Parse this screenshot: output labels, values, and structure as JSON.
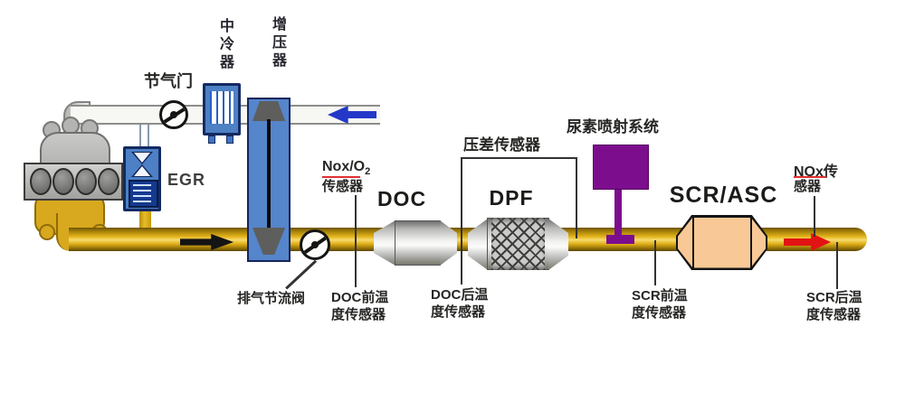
{
  "engine_intake": {
    "throttle": "节气门",
    "intercooler": "中冷器",
    "turbocharger": "增压器",
    "egr": "EGR"
  },
  "aftertreatment": {
    "exhaust_throttle": "排气节流阀",
    "doc": "DOC",
    "dpf": "DPF",
    "scr": "SCR/ASC",
    "urea_injection": "尿素喷射系统"
  },
  "sensors": {
    "nox_o2": {
      "name": "Nox/O",
      "sub": "2",
      "line2": "传感器"
    },
    "pressure_diff": "压差传感器",
    "doc_front": {
      "line1": "DOC前温",
      "line2": "度传感器"
    },
    "doc_rear": {
      "line1": "DOC后温",
      "line2": "度传感器"
    },
    "scr_front": {
      "line1": "SCR前温",
      "line2": "度传感器"
    },
    "scr_rear": {
      "line1": "SCR后温",
      "line2": "度传感器"
    },
    "nox": {
      "line1": "NOx传",
      "line2": "感器"
    }
  },
  "colors": {
    "pipe_gold": "#e3b31a",
    "intake_pipe_white": "#f7f7f3",
    "component_blue": "#4d80c4",
    "component_navy_border": "#142a62",
    "metal_silver": "#d9d9d7",
    "urea_purple": "#7c0e8e",
    "scr_peach": "#f8c996",
    "exhaust_arrow_black": "#141414",
    "intake_arrow_blue": "#2438c8",
    "tailpipe_arrow_red": "#e21313",
    "spellcheck_red": "#e03030"
  }
}
